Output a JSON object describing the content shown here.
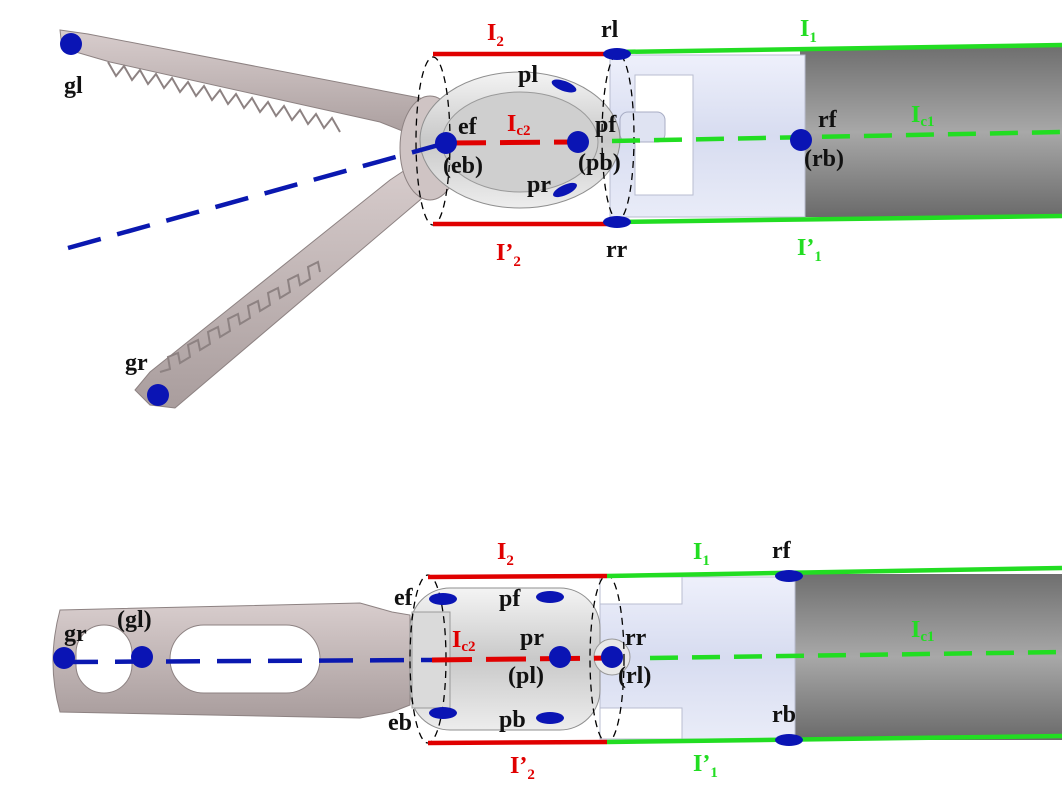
{
  "colors": {
    "red_link": "#e00000",
    "green_link": "#22dd22",
    "blue_axis": "#0a18b0",
    "marker": "#0a14b4",
    "shaft": "#8e8e8e",
    "sleeve": "#dfe3f5",
    "jaw": "#c9bcbc"
  },
  "top_view": {
    "labels": {
      "gl": "gl",
      "gr": "gr",
      "I2_base": "I",
      "I2_sub": "2",
      "I1_base": "I",
      "I1_sub": "1",
      "Ip2_base": "I’",
      "Ip2_sub": "2",
      "Ip1_base": "I’",
      "Ip1_sub": "1",
      "Ic2_base": "I",
      "Ic2_sub": "c2",
      "Ic1_base": "I",
      "Ic1_sub": "c1",
      "rl": "rl",
      "rr": "rr",
      "pl": "pl",
      "pr": "pr",
      "ef": "ef",
      "eb": "(eb)",
      "pf": "pf",
      "pb": "(pb)",
      "rf": "rf",
      "rb": "(rb)"
    }
  },
  "bottom_view": {
    "labels": {
      "gr": "gr",
      "gl": "(gl)",
      "I2_base": "I",
      "I2_sub": "2",
      "I1_base": "I",
      "I1_sub": "1",
      "Ip2_base": "I’",
      "Ip2_sub": "2",
      "Ip1_base": "I’",
      "Ip1_sub": "1",
      "Ic2_base": "I",
      "Ic2_sub": "c2",
      "Ic1_base": "I",
      "Ic1_sub": "c1",
      "ef": "ef",
      "eb": "eb",
      "pf": "pf",
      "pb": "pb",
      "pr": "pr",
      "pl": "(pl)",
      "rr": "rr",
      "rl": "(rl)",
      "rf": "rf",
      "rb": "rb"
    }
  }
}
